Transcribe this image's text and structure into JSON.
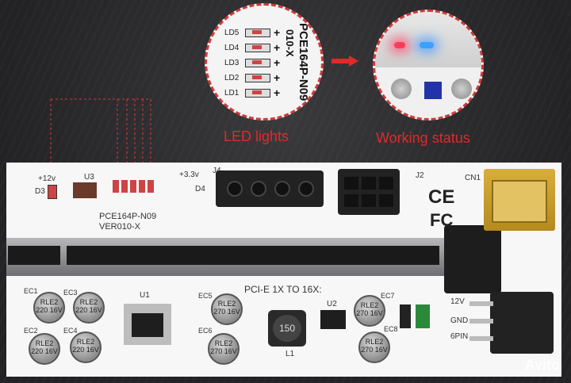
{
  "callout_leds": {
    "labels": [
      "LD5",
      "LD4",
      "LD3",
      "LD2",
      "LD1"
    ],
    "plus": "+",
    "board_text": "PCE164P-N09",
    "board_text2": "010-X"
  },
  "captions": {
    "left": "LED lights",
    "right": "Working status"
  },
  "board": {
    "voltage_12v": "+12v",
    "voltage_33v": "+3.3v",
    "d3": "D3",
    "u3": "U3",
    "j4": "J4",
    "j2": "J2",
    "cn1": "CN1",
    "model": "PCE164P-N09",
    "version": "VER010-X",
    "pcie_label": "PCI-E 1X TO 16X:",
    "u1": "U1",
    "u2": "U2",
    "l1": "L1",
    "inductor": "150",
    "ce_mark": "CE",
    "fc_mark": "FC",
    "v12": "12V",
    "gnd": "GND",
    "sixpin": "6PIN",
    "ec_labels": [
      "EC1",
      "EC2",
      "EC3",
      "EC4",
      "EC5",
      "EC6",
      "EC7",
      "EC8"
    ],
    "cap_text": "RLE2 220 16V",
    "cap_text2": "RLE2 270 16V"
  },
  "watermark": "Avito",
  "colors": {
    "accent": "#e02a2a",
    "usb_gold": "#c99a2a"
  }
}
